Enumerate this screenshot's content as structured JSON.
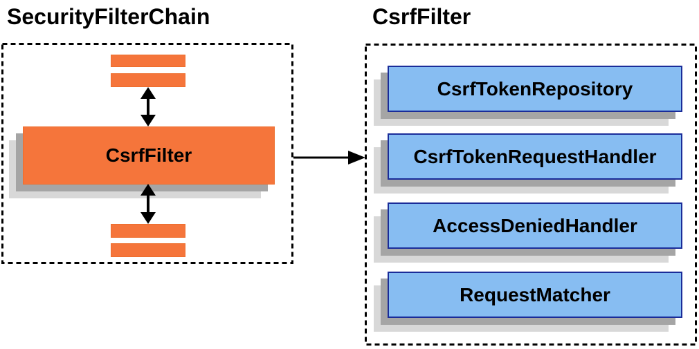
{
  "diagram": {
    "left_panel": {
      "title": "SecurityFilterChain",
      "filter_box_label": "CsrfFilter"
    },
    "right_panel": {
      "title": "CsrfFilter",
      "components": [
        "CsrfTokenRepository",
        "CsrfTokenRequestHandler",
        "AccessDeniedHandler",
        "RequestMatcher"
      ]
    }
  },
  "colors": {
    "orange_fill": "#F5753B",
    "orange_border": "#ED6E2D",
    "blue_fill": "#87BDF2",
    "blue_border": "#1A2C99",
    "shadow_dark": "#A5A5A5",
    "shadow_light": "#D8D8D8",
    "line_black": "#000000",
    "text_black": "#000000",
    "background": "#FFFFFF"
  }
}
